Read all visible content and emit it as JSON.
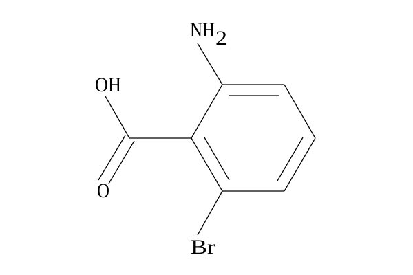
{
  "molecule": {
    "labels": {
      "amine": "NH",
      "amine_subscript": "2",
      "hydroxyl": "OH",
      "carbonyl_oxygen": "O",
      "bromine": "Br"
    }
  }
}
